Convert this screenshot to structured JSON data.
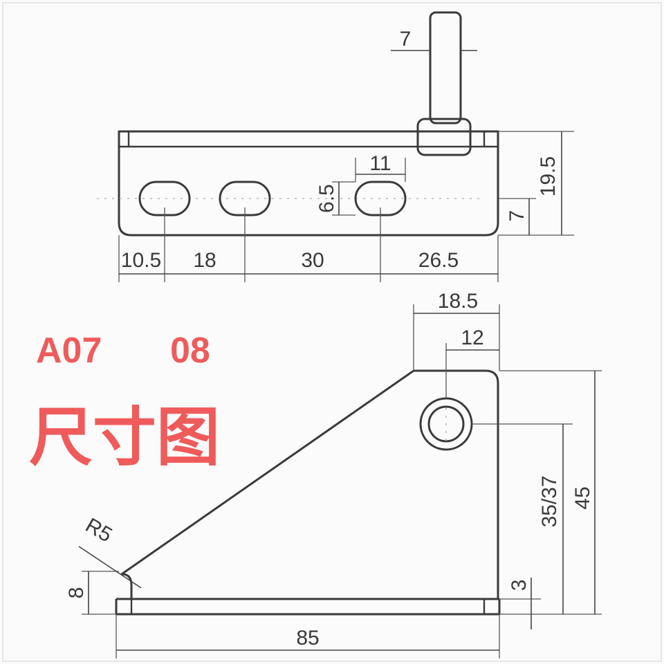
{
  "title": {
    "model_a": "A07",
    "model_b": "08",
    "caption": "尺寸图"
  },
  "top_view": {
    "pin_diameter": "7",
    "slot_width": "11",
    "slot_height": "6.5",
    "height_total": "19.5",
    "slot_center_height": "7",
    "edge_to_slot1": "10.5",
    "slot1_to_slot2": "18",
    "slot2_to_slot3": "30",
    "slot3_to_edge": "26.5"
  },
  "side_view": {
    "top_width": "18.5",
    "hole_offset": "12",
    "hole_height": "35/37",
    "height_total": "45",
    "flange_thickness": "3",
    "corner_height": "8",
    "corner_radius": "R5",
    "base_length": "85"
  }
}
